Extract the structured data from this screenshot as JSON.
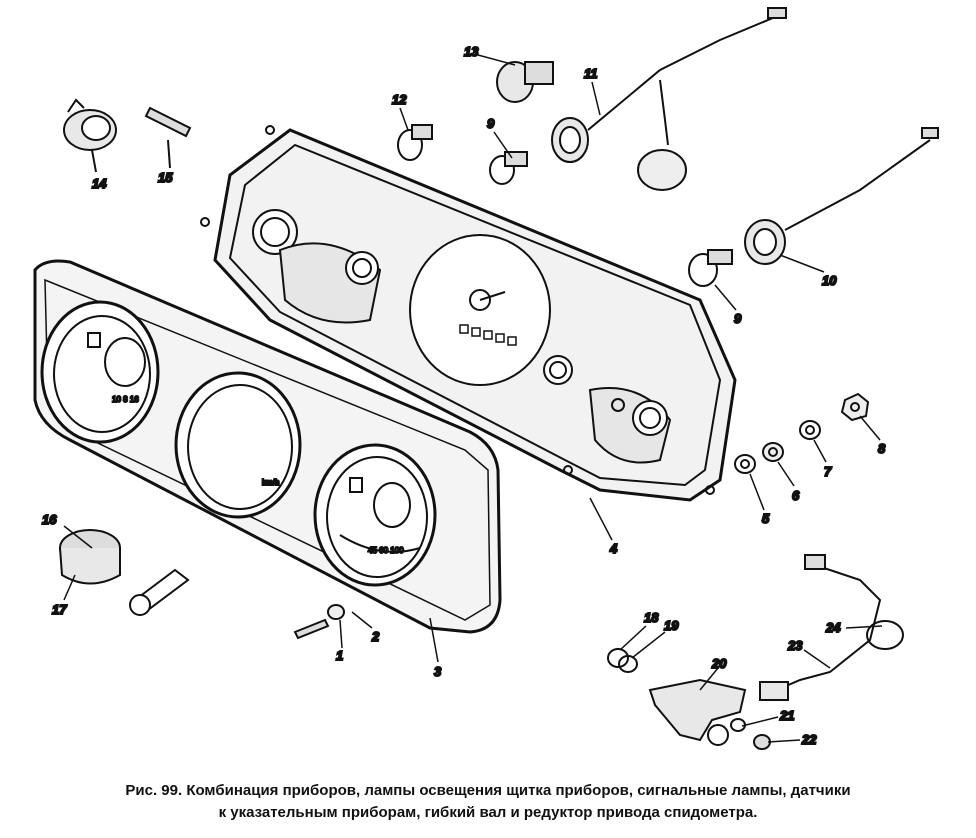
{
  "figure": {
    "part_labels": [
      "1",
      "2",
      "3",
      "4",
      "5",
      "6",
      "7",
      "8",
      "9",
      "9",
      "10",
      "11",
      "12",
      "13",
      "14",
      "15",
      "16",
      "17",
      "18",
      "19",
      "20",
      "21",
      "22",
      "23",
      "24"
    ],
    "dial_texts": {
      "left_gauge": "10 8 16",
      "right_gauge": "45 60 100",
      "center_gauge": "km/h"
    }
  },
  "caption": {
    "line1": "Рис. 99. Комбинация приборов, лампы освещения щитка приборов, сигнальные лампы, датчики",
    "line2": "к указательным приборам, гибкий вал и редуктор привода спидометра."
  }
}
